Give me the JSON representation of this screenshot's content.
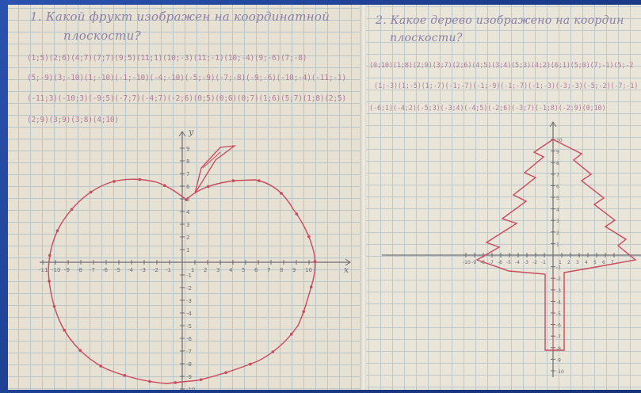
{
  "left_page": {
    "task_line_1": "1. Какой фрукт изображен на координатной",
    "task_line_2": "плоскости?",
    "coord_rows": [
      "(1;5)(2;6)(4;7)(7;7)(9;5)(11;1)(10;-3)(11;-1)(10;-4)(9;-6)(7;-8)",
      "(5;-9)(3;-10)(1;-10)(-1;-10)(-4;-10)(-5;-9)(-7;-8)(-9;-6)(-10;-4)(-11;-1)",
      "(-11;3)(-10;3)(-9;5)(-7;7)(-4;7)(-2;6)(0;5)(0;6)(0;7)(1;6)(5;7)(1;8)(2;5)",
      "(2;9)(3;9)(3;8)(4;10)"
    ],
    "axis_x_label": "x",
    "axis_y_label": "y",
    "x_ticks": [
      "-11",
      "-10",
      "-9",
      "-8",
      "-7",
      "-6",
      "-5",
      "-4",
      "-3",
      "-2",
      "-1",
      "0",
      "1",
      "2",
      "3",
      "4",
      "5",
      "6",
      "7",
      "8",
      "9",
      "10"
    ],
    "y_ticks": [
      "9",
      "8",
      "7",
      "6",
      "5",
      "4",
      "3",
      "2",
      "1",
      "-1",
      "-2",
      "-3",
      "-4",
      "-5",
      "-6",
      "-7",
      "-8",
      "-9",
      "-10"
    ]
  },
  "right_page": {
    "task_line_1": "2. Какое дерево изображено на координ",
    "task_line_2": "плоскости?",
    "coord_rows": [
      "(0;10)(1;8)(2;9)(3;7)(2;6)(4;5)(3;4)(5;3)(4;2)(6;1)(5;0)(7;-1)(5;-2",
      "(1;-3)(1;-5)(1;-7)(-1;-7)(-1;-9)(-1;-7)(-1;-3)(-3;-3)(-5;-2)(-7;-1)",
      "(-6;1)(-4;2)(-5;3)(-3;4)(-4;5)(-2;6)(-3;7)(-1;8)(-2;9)(0;10)"
    ],
    "y_ticks": [
      "10",
      "9",
      "8",
      "7",
      "6",
      "5",
      "4",
      "3",
      "2",
      "1",
      "-1",
      "-2",
      "-3",
      "-4",
      "-5",
      "-6",
      "-7",
      "-8",
      "-9",
      "-10"
    ],
    "x_ticks": [
      "-10",
      "-9",
      "-8",
      "-7",
      "-6",
      "-5",
      "-4",
      "-3",
      "-2",
      "-1",
      "1",
      "2",
      "3",
      "4",
      "5",
      "6",
      "7"
    ]
  },
  "colors": {
    "frame_blue": "#1c3f8f",
    "ink_red": "#c9495f",
    "pencil": "#6d6a73",
    "handwriting": "#8a7fa6"
  }
}
